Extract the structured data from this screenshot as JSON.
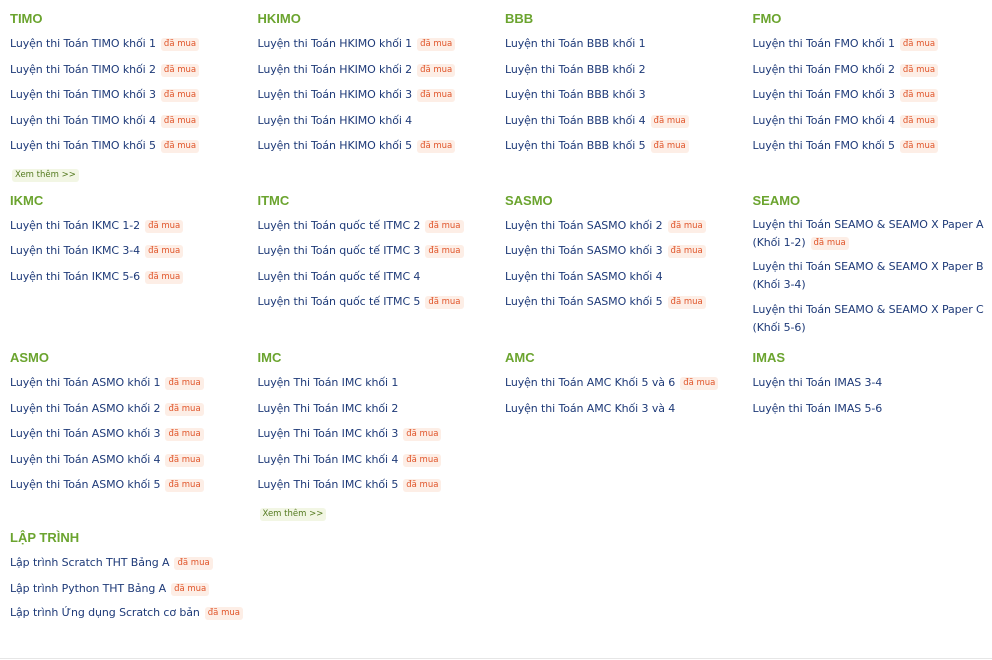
{
  "badge_label": "đã mua",
  "more_label": "Xem thêm >>",
  "sections": [
    {
      "title": "TIMO",
      "items": [
        {
          "text": "Luyện thi Toán TIMO khối 1",
          "badge": "đã mua"
        },
        {
          "text": "Luyện thi Toán TIMO khối 2",
          "badge": "đã mua"
        },
        {
          "text": "Luyện thi Toán TIMO khối 3",
          "badge": "đã mua"
        },
        {
          "text": "Luyện thi Toán TIMO khối 4",
          "badge": "đã mua"
        },
        {
          "text": "Luyện thi Toán TIMO khối 5",
          "badge": "đã mua"
        }
      ],
      "more": "Xem thêm >>"
    },
    {
      "title": "HKIMO",
      "items": [
        {
          "text": "Luyện thi Toán HKIMO khối 1",
          "badge": "đã mua"
        },
        {
          "text": "Luyện thi Toán HKIMO khối 2",
          "badge": "đã mua"
        },
        {
          "text": "Luyện thi Toán HKIMO khối 3",
          "badge": "đã mua"
        },
        {
          "text": "Luyện thi Toán HKIMO khối 4",
          "badge": ""
        },
        {
          "text": "Luyện thi Toán HKIMO khối 5",
          "badge": "đã mua"
        }
      ]
    },
    {
      "title": "BBB",
      "items": [
        {
          "text": "Luyện thi Toán BBB khối 1",
          "badge": ""
        },
        {
          "text": "Luyện thi Toán BBB khối 2",
          "badge": ""
        },
        {
          "text": "Luyện thi Toán BBB khối 3",
          "badge": ""
        },
        {
          "text": "Luyện thi Toán BBB khối 4",
          "badge": "đã mua"
        },
        {
          "text": "Luyện thi Toán BBB khối 5",
          "badge": "đã mua"
        }
      ]
    },
    {
      "title": "FMO",
      "items": [
        {
          "text": "Luyện thi Toán FMO khối 1",
          "badge": "đã mua"
        },
        {
          "text": "Luyện thi Toán FMO khối 2",
          "badge": "đã mua"
        },
        {
          "text": "Luyện thi Toán FMO khối 3",
          "badge": "đã mua"
        },
        {
          "text": "Luyện thi Toán FMO khối 4",
          "badge": "đã mua"
        },
        {
          "text": "Luyện thi Toán FMO khối 5",
          "badge": "đã mua"
        }
      ]
    },
    {
      "title": "IKMC",
      "items": [
        {
          "text": "Luyện thi Toán IKMC 1-2",
          "badge": "đã mua"
        },
        {
          "text": "Luyện thi Toán IKMC 3-4",
          "badge": "đã mua"
        },
        {
          "text": "Luyện thi Toán IKMC 5-6",
          "badge": "đã mua"
        }
      ]
    },
    {
      "title": "ITMC",
      "items": [
        {
          "text": "Luyện thi Toán quốc tế ITMC 2",
          "badge": "đã mua"
        },
        {
          "text": "Luyện thi Toán quốc tế ITMC 3",
          "badge": "đã mua"
        },
        {
          "text": "Luyện thi Toán quốc tế ITMC 4",
          "badge": ""
        },
        {
          "text": "Luyện thi Toán quốc tế ITMC 5",
          "badge": "đã mua"
        }
      ]
    },
    {
      "title": "SASMO",
      "items": [
        {
          "text": "Luyện thi Toán SASMO khối 2",
          "badge": "đã mua"
        },
        {
          "text": "Luyện thi Toán SASMO khối 3",
          "badge": "đã mua"
        },
        {
          "text": "Luyện thi Toán SASMO khối 4",
          "badge": ""
        },
        {
          "text": "Luyện thi Toán SASMO khối 5",
          "badge": "đã mua"
        }
      ]
    },
    {
      "title": "SEAMO",
      "items": [
        {
          "text": "Luyện thi Toán SEAMO & SEAMO X Paper A (Khối 1-2)",
          "badge": "đã mua"
        },
        {
          "text": "Luyện thi Toán SEAMO & SEAMO X Paper B (Khối 3-4)",
          "badge": ""
        },
        {
          "text": "Luyện thi Toán SEAMO & SEAMO X Paper C (Khối 5-6)",
          "badge": ""
        }
      ]
    },
    {
      "title": "ASMO",
      "items": [
        {
          "text": "Luyện thi Toán ASMO khối 1",
          "badge": "đã mua"
        },
        {
          "text": "Luyện thi Toán ASMO khối 2",
          "badge": "đã mua"
        },
        {
          "text": "Luyện thi Toán ASMO khối 3",
          "badge": "đã mua"
        },
        {
          "text": "Luyện thi Toán ASMO khối 4",
          "badge": "đã mua"
        },
        {
          "text": "Luyện thi Toán ASMO khối 5",
          "badge": "đã mua"
        }
      ]
    },
    {
      "title": "IMC",
      "items": [
        {
          "text": "Luyện Thi Toán IMC khối 1",
          "badge": ""
        },
        {
          "text": "Luyện Thi Toán IMC khối 2",
          "badge": ""
        },
        {
          "text": "Luyện Thi Toán IMC khối 3",
          "badge": "đã mua"
        },
        {
          "text": "Luyện Thi Toán IMC khối 4",
          "badge": "đã mua"
        },
        {
          "text": "Luyện Thi Toán IMC khối 5",
          "badge": "đã mua"
        }
      ],
      "more": "Xem thêm >>"
    },
    {
      "title": "AMC",
      "items": [
        {
          "text": "Luyện thi Toán AMC Khối 5 và 6",
          "badge": "đã mua"
        },
        {
          "text": "Luyện thi Toán AMC Khối 3 và 4",
          "badge": ""
        }
      ]
    },
    {
      "title": "IMAS",
      "items": [
        {
          "text": "Luyện thi Toán IMAS 3-4",
          "badge": ""
        },
        {
          "text": "Luyện thi Toán IMAS 5-6",
          "badge": ""
        }
      ]
    },
    {
      "title": "LẬP TRÌNH",
      "items": [
        {
          "text": "Lập trình Scratch THT Bảng A",
          "badge": "đã mua"
        },
        {
          "text": "Lập trình Python THT Bảng A",
          "badge": "đã mua"
        },
        {
          "text": "Lập trình Ứng dụng Scratch cơ bản",
          "badge": "đã mua"
        }
      ]
    }
  ]
}
